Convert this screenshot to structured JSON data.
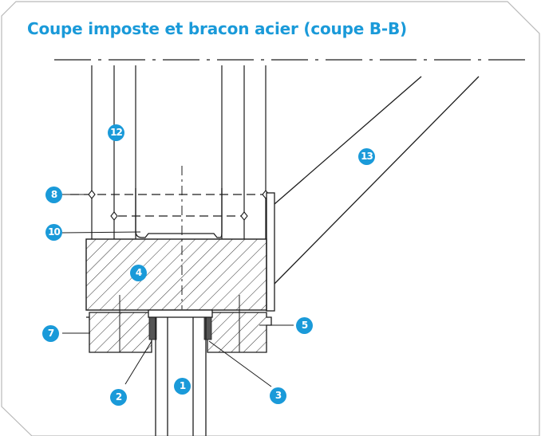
{
  "title": "Coupe imposte et bracon acier (coupe B-B)",
  "accent_color": "#1a9ad9",
  "line_color": "#1c1c1c",
  "callouts": {
    "c1": "1",
    "c2": "2",
    "c3": "3",
    "c4": "4",
    "c5": "5",
    "c7": "7",
    "c8": "8",
    "c10": "10",
    "c12": "12",
    "c13": "13"
  }
}
